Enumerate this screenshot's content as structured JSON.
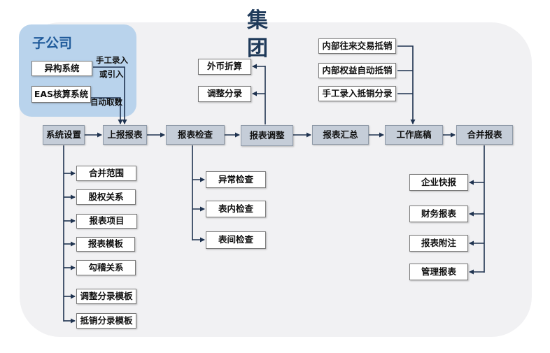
{
  "title": "集  团",
  "subsidiary": {
    "title": "子公司",
    "systems": [
      "异构系统",
      "EAS核算系统"
    ],
    "labels": {
      "manual": "手工录入",
      "or_import": "或引入",
      "auto_fetch": "自动取数"
    }
  },
  "main_flow": [
    "系统设置",
    "上报报表",
    "报表检查",
    "报表调整",
    "报表汇总",
    "工作底稿",
    "合并报表"
  ],
  "settings_items": [
    "合并范围",
    "股权关系",
    "报表项目",
    "报表模板",
    "勾稽关系",
    "调整分录模板",
    "抵销分录模板"
  ],
  "check_items": [
    "异常检查",
    "表内检查",
    "表间检查"
  ],
  "adjust_items": [
    "外币折算",
    "调整分录"
  ],
  "elimination_items": [
    "内部往来交易抵销",
    "内部权益自动抵销",
    "手工录入抵销分录"
  ],
  "output_items": [
    "企业快报",
    "财务报表",
    "报表附注",
    "管理报表"
  ],
  "colors": {
    "line": "#1f3350",
    "main_box": "#c5cdd8",
    "panel": "#f1f1f3",
    "subsidiary": "#b9d3ec",
    "title": "#1f3a5a"
  }
}
